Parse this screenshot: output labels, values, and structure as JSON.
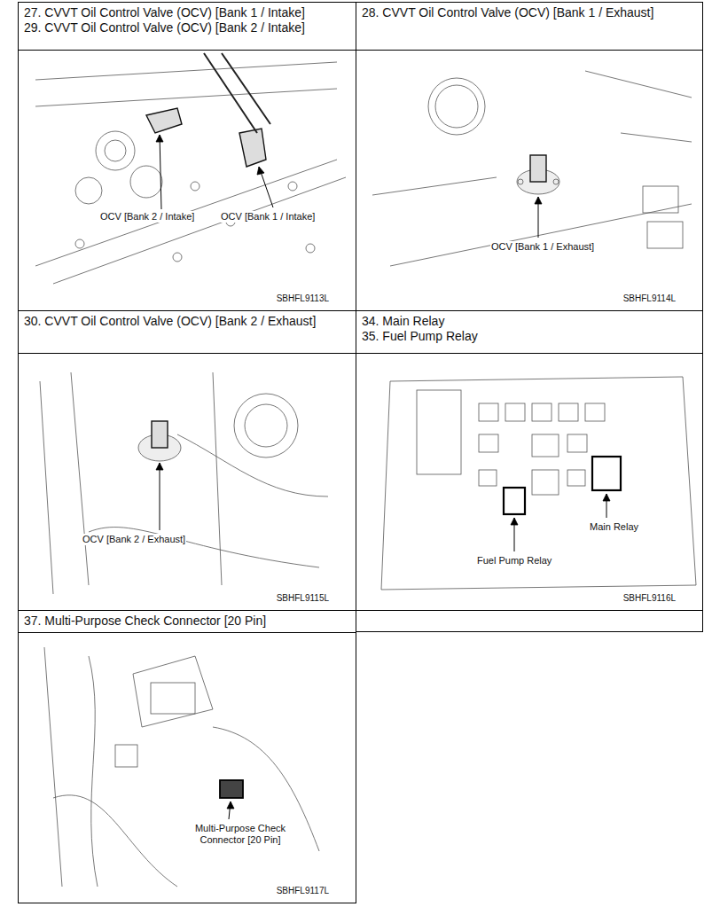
{
  "diagram": {
    "nodes": [
      {
        "text": [
          "27. CVVT Oil Control Valve (OCV) [Bank 1 / Intake]",
          "29. CVVT Oil Control Valve (OCV) [Bank 2 / Intake]"
        ]
      },
      {
        "text": [
          "28. CVVT Oil Control Valve (OCV) [Bank 1 / Exhaust]"
        ]
      },
      {
        "text": [
          "SBHFL9113L"
        ]
      },
      {
        "text": [
          "SBHFL9114L"
        ]
      },
      {
        "text": [
          "30. CVVT Oil Control Valve (OCV) [Bank 2 / Exhaust]"
        ]
      },
      {
        "text": [
          "34. Main Relay",
          "35. Fuel Pump Relay"
        ]
      },
      {
        "text": [
          "SBHFL9115L"
        ]
      },
      {
        "text": [
          "SBHFL9116L"
        ]
      },
      {
        "text": [
          "37. Multi-Purpose Check Connector [20 Pin]"
        ]
      },
      {
        "text": [
          "SBHFL9117L"
        ]
      }
    ],
    "labels": [
      "OCV [Bank 2 / Intake]",
      "OCV [Bank 1 / Intake]",
      "OCV [Bank 1 / Exhaust]",
      "OCV [Bank 2 / Exhaust]",
      "Main Relay",
      "Fuel Pump Relay",
      "Multi-Purpose Check Connector [20 Pin]"
    ]
  }
}
